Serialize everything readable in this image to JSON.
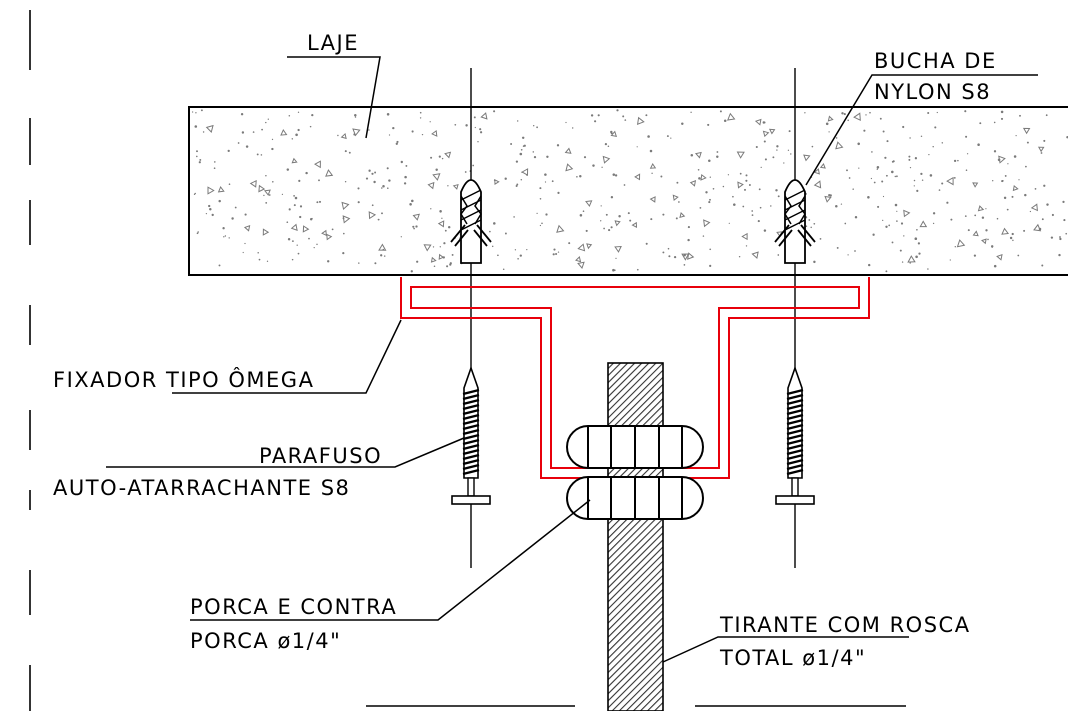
{
  "labels": {
    "laje": "LAJE",
    "bucha_line1": "BUCHA DE",
    "bucha_line2": "NYLON S8",
    "fixador": "FIXADOR TIPO ÔMEGA",
    "parafuso_line1": "PARAFUSO",
    "parafuso_line2": "AUTO-ATARRACHANTE S8",
    "porca_line1": "PORCA E CONTRA",
    "porca_line2": "PORCA ø1/4\"",
    "tirante_line1": "TIRANTE COM ROSCA",
    "tirante_line2": "TOTAL ø1/4\""
  },
  "colors": {
    "line": "#000000",
    "omega_bracket": "#e8000b",
    "slab_dots": "#7a7a7a",
    "rod_hatch": "#333333"
  },
  "icons": {
    "anchor": "nylon-anchor-icon",
    "screw": "self-tapping-screw-icon",
    "nut": "hex-nut-icon"
  }
}
